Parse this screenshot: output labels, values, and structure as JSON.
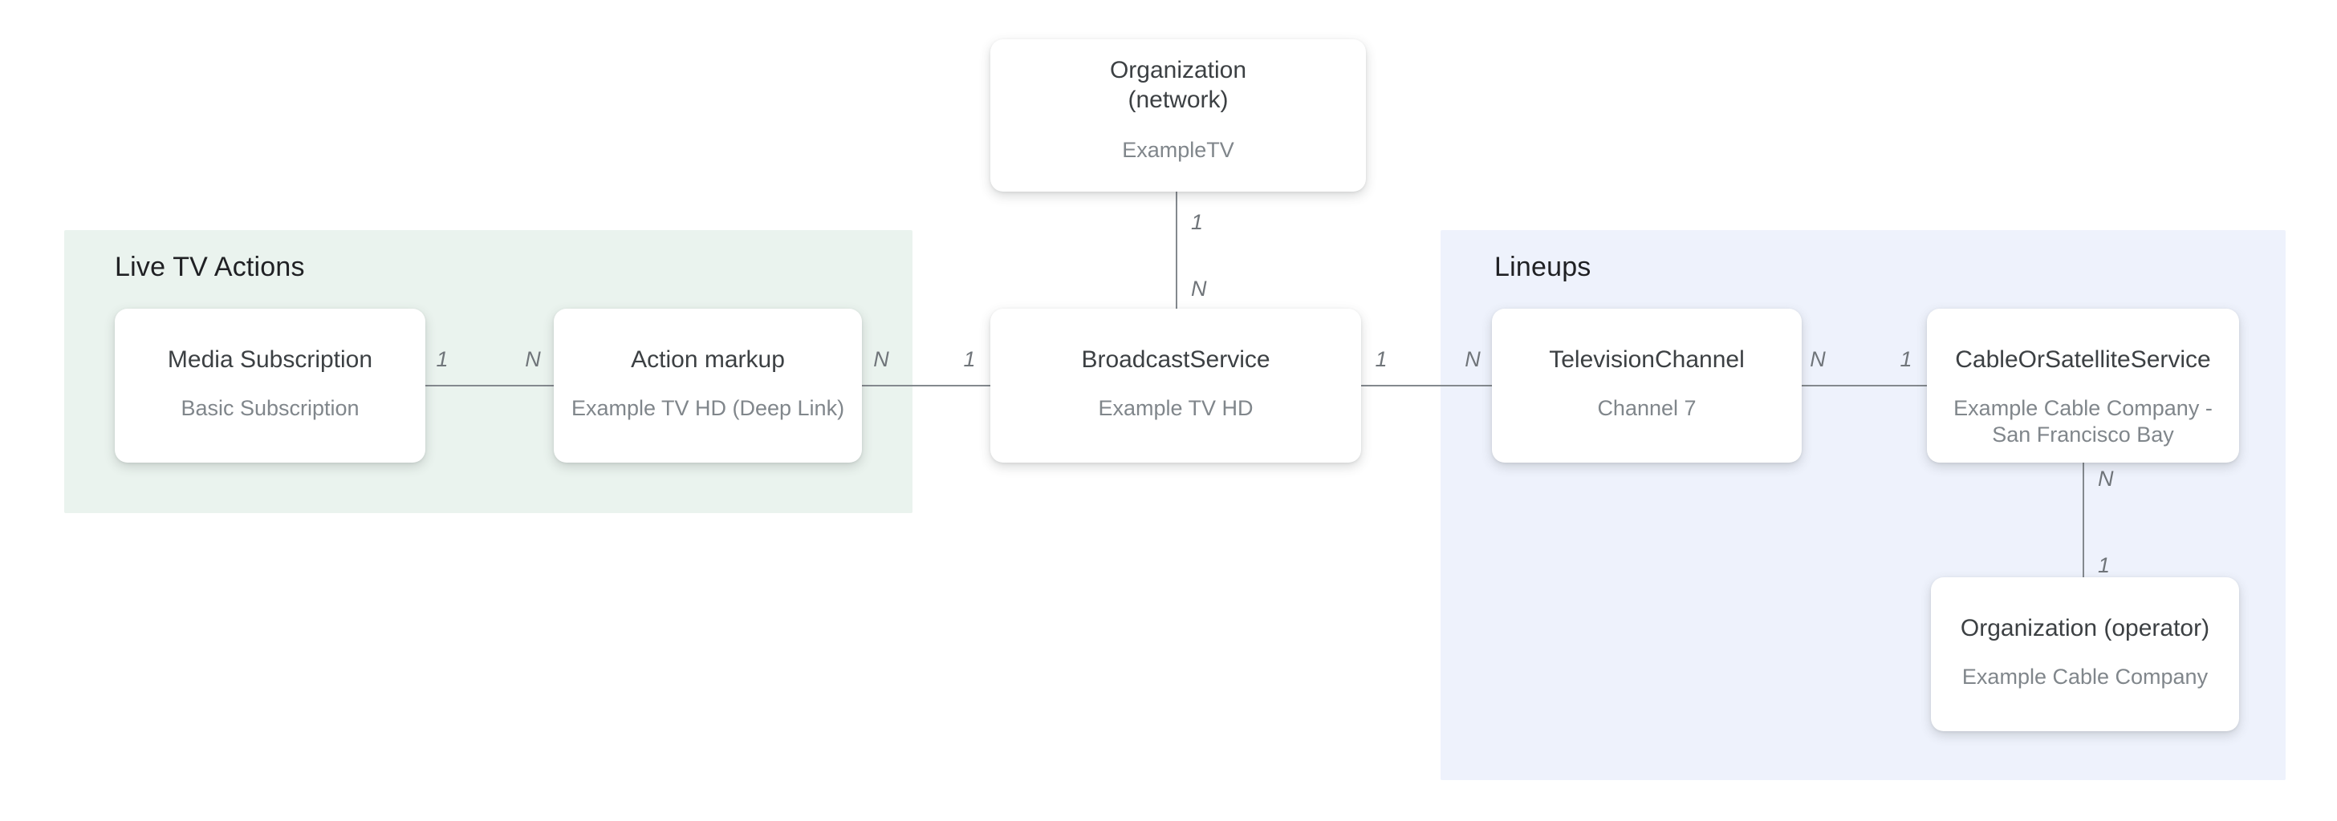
{
  "panels": {
    "live_tv": {
      "title": "Live TV Actions",
      "background": "#eaf3ee"
    },
    "lineups": {
      "title": "Lineups",
      "background": "#eef2fc"
    }
  },
  "nodes": {
    "org_network": {
      "title": "Organization\n(network)",
      "subtitle": "ExampleTV"
    },
    "media_sub": {
      "title": "Media Subscription",
      "subtitle": "Basic Subscription"
    },
    "action_markup": {
      "title": "Action markup",
      "subtitle": "Example TV HD (Deep Link)"
    },
    "broadcast": {
      "title": "BroadcastService",
      "subtitle": "Example TV HD"
    },
    "tv_channel": {
      "title": "TelevisionChannel",
      "subtitle": "Channel 7"
    },
    "cable_satellite": {
      "title": "CableOrSatelliteService",
      "subtitle": "Example Cable Company -\nSan Francisco Bay"
    },
    "org_operator": {
      "title": "Organization (operator)",
      "subtitle": "Example Cable Company"
    }
  },
  "edges": {
    "media_to_action": {
      "from_label": "1",
      "to_label": "N"
    },
    "action_to_broadcast": {
      "from_label": "N",
      "to_label": "1"
    },
    "network_to_broadcast": {
      "top_label": "1",
      "bottom_label": "N"
    },
    "broadcast_to_channel": {
      "from_label": "1",
      "to_label": "N"
    },
    "channel_to_cable": {
      "from_label": "N",
      "to_label": "1"
    },
    "cable_to_operator": {
      "top_label": "N",
      "bottom_label": "1"
    }
  },
  "colors": {
    "live_tv_panel_bg": "#eaf3ee",
    "lineups_panel_bg": "#eef2fc",
    "node_bg": "#ffffff",
    "node_title_text": "#3c4043",
    "node_subtitle_text": "#80868b",
    "panel_title_text": "#202124",
    "connector_line": "#84898e",
    "cardinality_text": "#70757a"
  }
}
